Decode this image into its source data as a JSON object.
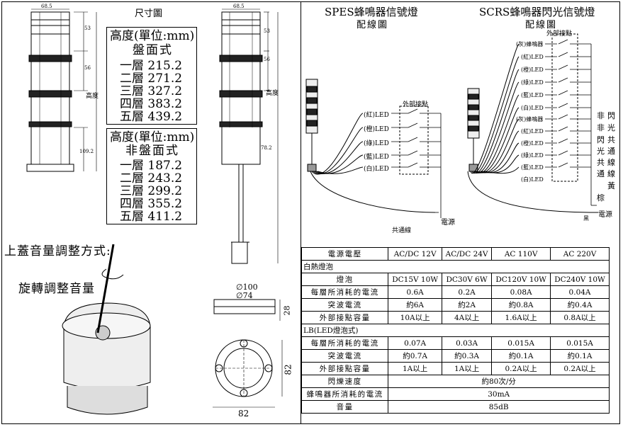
{
  "left": {
    "section_title": "尺寸圖",
    "dims_top": {
      "width": "68.5",
      "d1": "53",
      "d2": "56",
      "height_label": "高度",
      "base": "109.2"
    },
    "dims_pole": {
      "width": "68.5",
      "d1": "53",
      "d2": "56",
      "height_label": "高度",
      "base": "78.2"
    },
    "panel_mount": {
      "title": "高度(單位:mm)",
      "subtitle": "盤面式",
      "rows": [
        "一層 215.2",
        "二層 271.2",
        "三層 327.2",
        "四層 383.2",
        "五層 439.2"
      ]
    },
    "non_panel_mount": {
      "title": "高度(單位:mm)",
      "subtitle": "非盤面式",
      "rows": [
        "一層 187.2",
        "二層 243.2",
        "三層 299.2",
        "四層 355.2",
        "五層 411.2"
      ]
    },
    "volume_title": "上蓋音量調整方式:",
    "volume_caption": "旋轉調整音量",
    "base_dims": {
      "outer": "∅100",
      "inner": "∅74",
      "height": "28",
      "side": "82",
      "bottom": "82"
    }
  },
  "spes": {
    "title": "SPES蜂鳴器信號燈",
    "subtitle": "配線圖",
    "contact_label": "外部接點",
    "leds": [
      "(紅)LED",
      "(橙)LED",
      "(綠)LED",
      "(藍)LED",
      "(白)LED"
    ],
    "power_label": "電源",
    "common_label": "共通線"
  },
  "scrs": {
    "title": "SCRS蜂鳴器閃光信號燈",
    "subtitle": "配線圖",
    "contact_label": "外部接點",
    "rows": [
      "(灰)蜂鳴器",
      "(紅)LED",
      "(橙)LED",
      "(綠)LED",
      "(藍)LED",
      "(白)LED",
      "(灰)蜂鳴器",
      "(紅)LED",
      "(橙)LED",
      "(綠)LED",
      "(藍)LED",
      "(白)LED"
    ],
    "side_labels": [
      "非",
      "閃",
      "非",
      "光",
      "閃",
      "共",
      "光",
      "通",
      "共",
      "線",
      "通",
      "線"
    ],
    "yellow_label": "黃",
    "brown_label": "棕",
    "black_label": "黑",
    "power_label": "電源"
  },
  "spec_table": {
    "header": [
      "電源電壓",
      "AC/DC 12V",
      "AC/DC 24V",
      "AC 110V",
      "AC 220V"
    ],
    "incandescent_label": "白熱燈泡",
    "incandescent_rows": [
      [
        "燈泡",
        "DC15V 10W",
        "DC30V 6W",
        "DC120V 10W",
        "DC240V 10W"
      ],
      [
        "每層所消耗的電流",
        "0.6A",
        "0.2A",
        "0.08A",
        "0.04A"
      ],
      [
        "突波電流",
        "約6A",
        "約2A",
        "約0.8A",
        "約0.4A"
      ],
      [
        "外部接點容量",
        "10A以上",
        "4A以上",
        "1.6A以上",
        "0.8A以上"
      ]
    ],
    "led_label": "LB(LED燈泡式)",
    "led_rows": [
      [
        "每層所消耗的電流",
        "0.07A",
        "0.03A",
        "0.015A",
        "0.015A"
      ],
      [
        "突波電流",
        "約0.7A",
        "約0.3A",
        "約0.1A",
        "約0.1A"
      ],
      [
        "外部接點容量",
        "1A以上",
        "1A以上",
        "0.2A以上",
        "0.2A以上"
      ]
    ],
    "common_rows": [
      [
        "閃爍速度",
        "約80次/分"
      ],
      [
        "蜂鳴器所消耗的電流",
        "30mA"
      ],
      [
        "音量",
        "85dB"
      ]
    ]
  }
}
